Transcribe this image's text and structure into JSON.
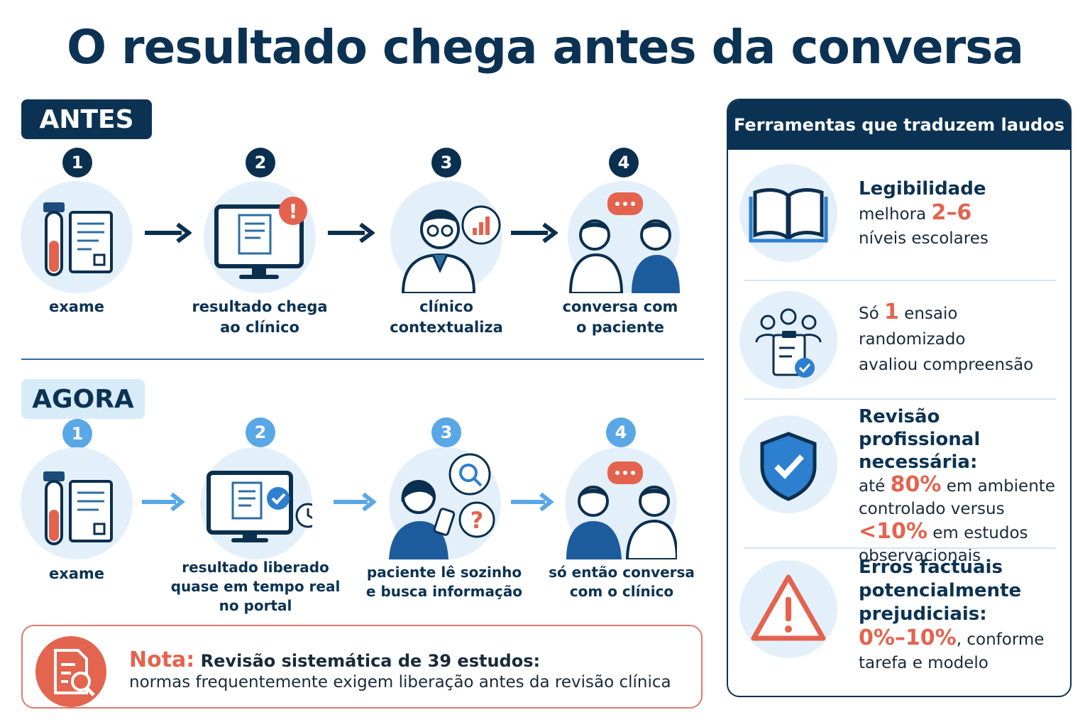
{
  "title": "O resultado chega antes da conversa",
  "antes": {
    "tag": "ANTES",
    "steps": [
      {
        "num": "1",
        "label1": "exame",
        "label2": ""
      },
      {
        "num": "2",
        "label1": "resultado chega",
        "label2": "ao clínico"
      },
      {
        "num": "3",
        "label1": "clínico",
        "label2": "contextualiza"
      },
      {
        "num": "4",
        "label1": "conversa com",
        "label2": "o paciente"
      }
    ]
  },
  "agora": {
    "tag": "AGORA",
    "steps": [
      {
        "num": "1",
        "label1": "exame",
        "label2": "",
        "label3": ""
      },
      {
        "num": "2",
        "label1": "resultado liberado",
        "label2": "quase em tempo real",
        "label3": "no portal"
      },
      {
        "num": "3",
        "label1": "paciente lê sozinho",
        "label2": "e busca informação",
        "label3": ""
      },
      {
        "num": "4",
        "label1": "só então conversa",
        "label2": "com o clínico",
        "label3": ""
      }
    ]
  },
  "note": {
    "prefix": "Nota:",
    "line1": "Revisão sistemática de 39 estudos:",
    "line2": "normas frequentemente exigem liberação antes da revisão clínica"
  },
  "panel": {
    "title": "Ferramentas que traduzem laudos",
    "items": [
      {
        "bold": "Legibilidade",
        "t1": "melhora ",
        "hl1": "2–6",
        "t2": "níveis escolares"
      },
      {
        "t0": "Só ",
        "hl1": "1",
        "t1": " ensaio",
        "t2": "randomizado",
        "t3": "avaliou compreensão"
      },
      {
        "bold1": "Revisão profissional",
        "bold2": "necessária:",
        "t1": "até ",
        "hl1": "80%",
        "t1b": " em ambiente",
        "t2": "controlado versus",
        "hl2": "<10%",
        "t3": " em estudos",
        "t4": "observacionais"
      },
      {
        "bold1": "Erros factuais",
        "bold2": "potencialmente",
        "bold3": "prejudiciais:",
        "hl1": "0%–10%",
        "t1": ", conforme",
        "t2": "tarefa e modelo"
      }
    ]
  },
  "icons": [
    "test-tube-icon",
    "report-icon",
    "monitor-icon",
    "alert-icon",
    "doctor-icon",
    "chart-bubble-icon",
    "chat-icon",
    "checkmark-icon",
    "clock-icon",
    "phone-icon",
    "search-icon",
    "question-icon",
    "book-icon",
    "group-icon",
    "clipboard-icon",
    "shield-icon",
    "warning-icon"
  ],
  "colors": {
    "navy": "#0b3253",
    "accent": "#e4634e",
    "light_blue": "#5aa7e6",
    "circle_bg": "#e3f0fa"
  }
}
